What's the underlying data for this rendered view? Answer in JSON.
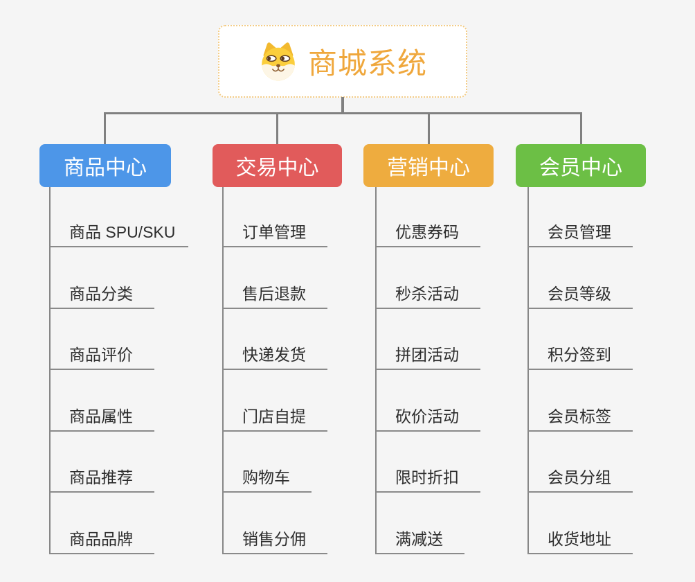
{
  "root": {
    "title": "商城系统",
    "icon": "shiba-dog-icon",
    "accent": "#efa73c",
    "border_color": "#f3cc86"
  },
  "branches": [
    {
      "label": "商品中心",
      "color": "#4d96e8",
      "items": [
        "商品 SPU/SKU",
        "商品分类",
        "商品评价",
        "商品属性",
        "商品推荐",
        "商品品牌"
      ]
    },
    {
      "label": "交易中心",
      "color": "#e15b5b",
      "items": [
        "订单管理",
        "售后退款",
        "快递发货",
        "门店自提",
        "购物车",
        "销售分佣"
      ]
    },
    {
      "label": "营销中心",
      "color": "#eeac3f",
      "items": [
        "优惠券码",
        "秒杀活动",
        "拼团活动",
        "砍价活动",
        "限时折扣",
        "满减送"
      ]
    },
    {
      "label": "会员中心",
      "color": "#6cbf45",
      "items": [
        "会员管理",
        "会员等级",
        "积分签到",
        "会员标签",
        "会员分组",
        "收货地址"
      ]
    }
  ]
}
